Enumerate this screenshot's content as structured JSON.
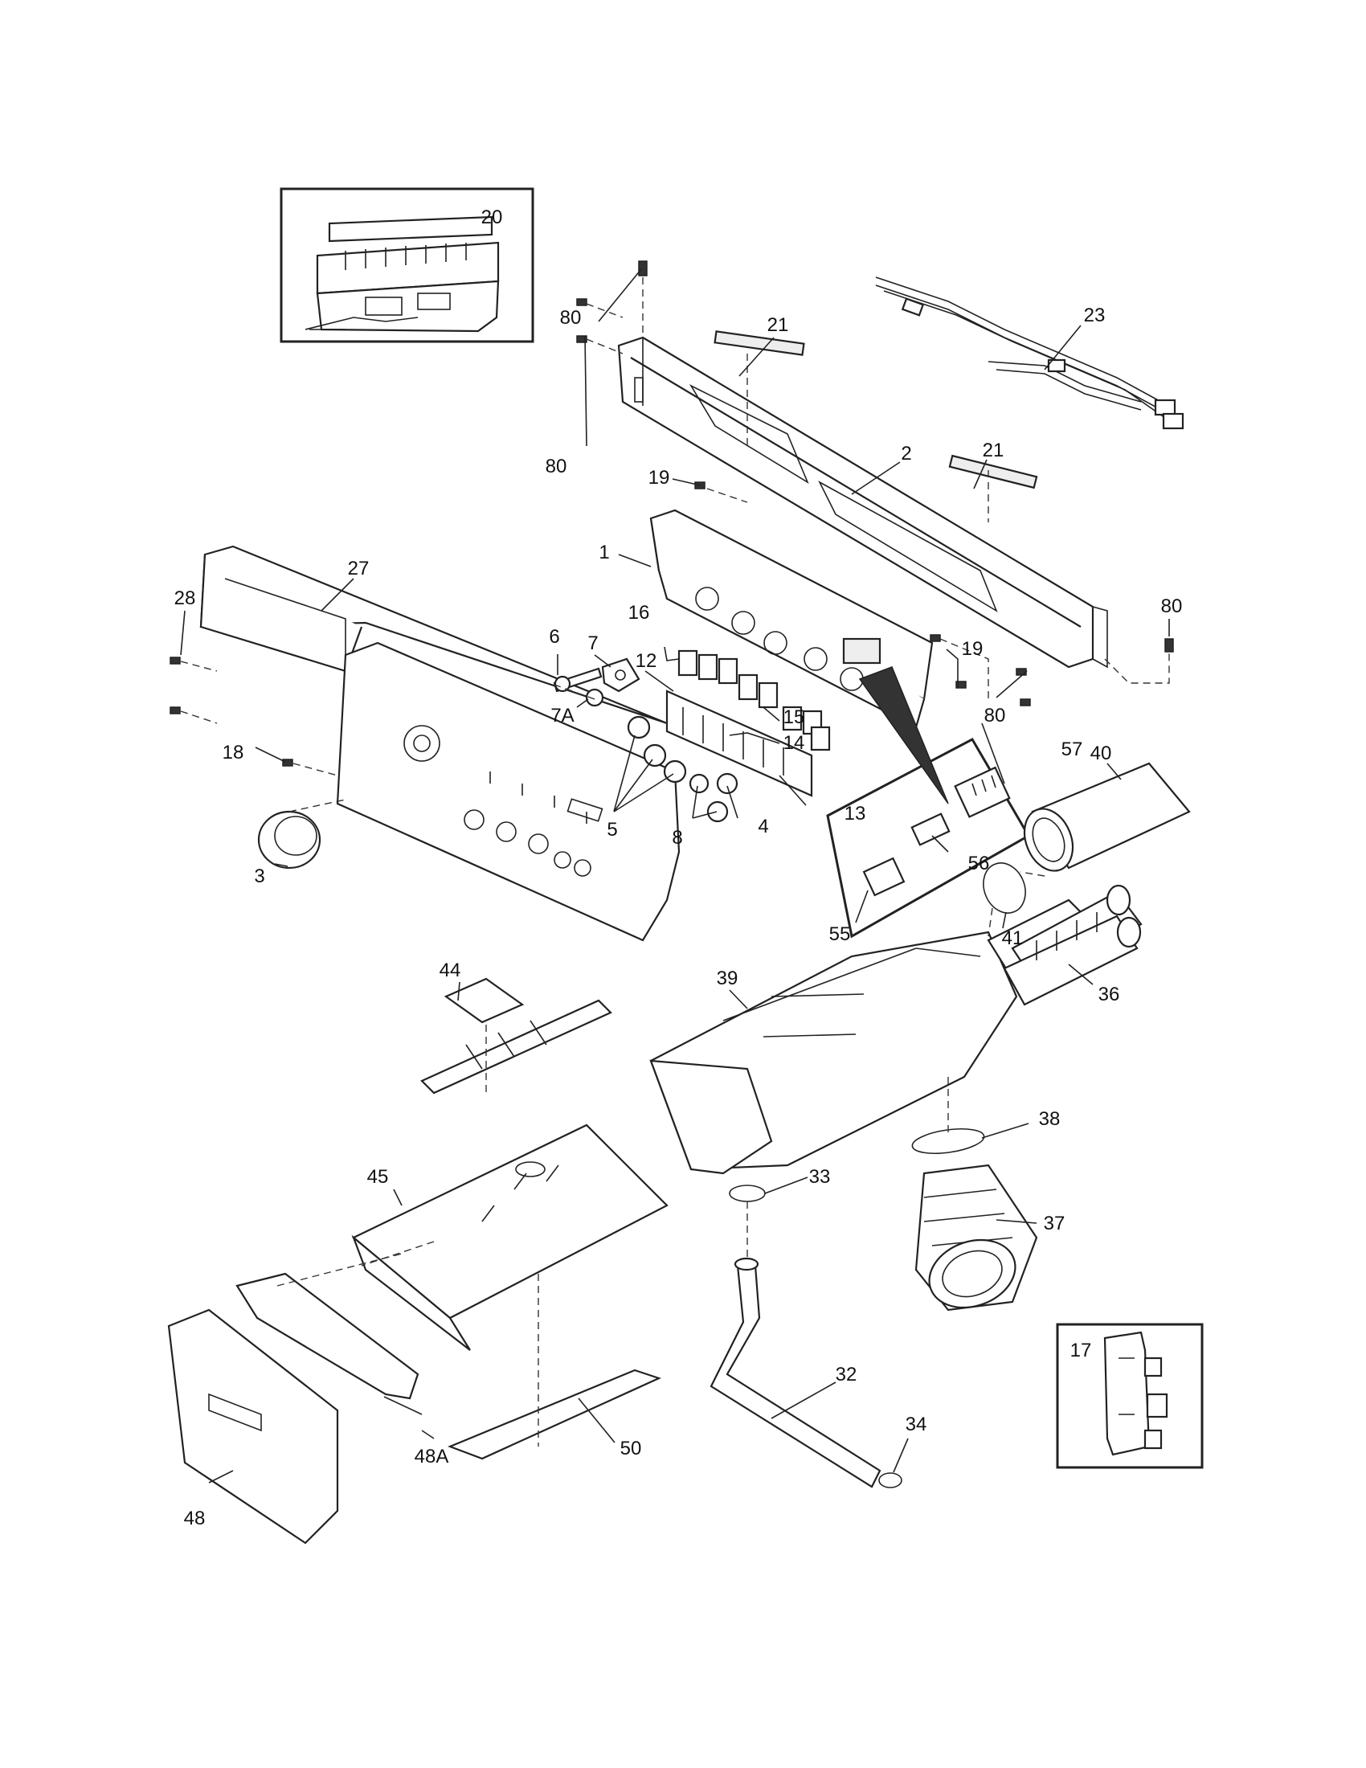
{
  "diagram": {
    "callouts": {
      "c1": "1",
      "c2": "2",
      "c3": "3",
      "c4": "4",
      "c5": "5",
      "c6": "6",
      "c7": "7",
      "c7a": "7A",
      "c8": "8",
      "c12": "12",
      "c13": "13",
      "c14": "14",
      "c15": "15",
      "c16": "16",
      "c17": "17",
      "c18": "18",
      "c19a": "19",
      "c19b": "19",
      "c20": "20",
      "c21a": "21",
      "c21b": "21",
      "c23": "23",
      "c27": "27",
      "c28": "28",
      "c32": "32",
      "c33": "33",
      "c34": "34",
      "c36": "36",
      "c37": "37",
      "c38": "38",
      "c39": "39",
      "c40": "40",
      "c41": "41",
      "c44": "44",
      "c45": "45",
      "c48": "48",
      "c48a": "48A",
      "c50": "50",
      "c55": "55",
      "c56": "56",
      "c57": "57",
      "c80a": "80",
      "c80b": "80",
      "c80c": "80",
      "c80d": "80"
    }
  }
}
